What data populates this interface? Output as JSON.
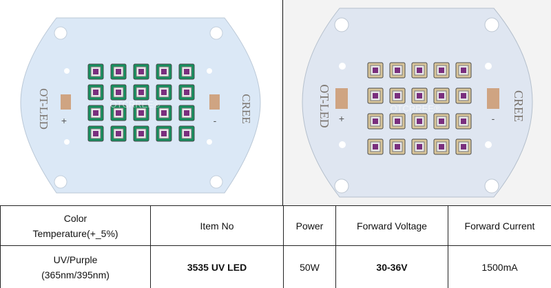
{
  "board_labels": {
    "left": {
      "brand_left": "OT-LED",
      "brand_right": "CREE",
      "plus": "+",
      "minus": "-",
      "watermark": "OTCRREE®"
    },
    "right": {
      "brand_left": "OT-LED",
      "brand_right": "CREE",
      "plus": "+",
      "minus": "-",
      "watermark": "OTCRREE®"
    }
  },
  "colors": {
    "board_left": "#dbe8f6",
    "board_right": "#dfe6f1",
    "pad": "#cfa482",
    "led_left": "#15905e",
    "led_right": "#d8c59a",
    "die": "#7a2f7e"
  },
  "led_grid": {
    "rows": 4,
    "columns": 5
  },
  "table": {
    "headers": {
      "color_temp_line1": "Color",
      "color_temp_line2": "Temperature(+_5%)",
      "item_no": "Item No",
      "power": "Power",
      "forward_voltage": "Forward Voltage",
      "forward_current": "Forward Current"
    },
    "values": {
      "color_line1": "UV/Purple",
      "color_line2": "(365nm/395nm)",
      "item_no": "3535 UV LED",
      "power": "50W",
      "forward_voltage": "30-36V",
      "forward_current": "1500mA"
    }
  }
}
